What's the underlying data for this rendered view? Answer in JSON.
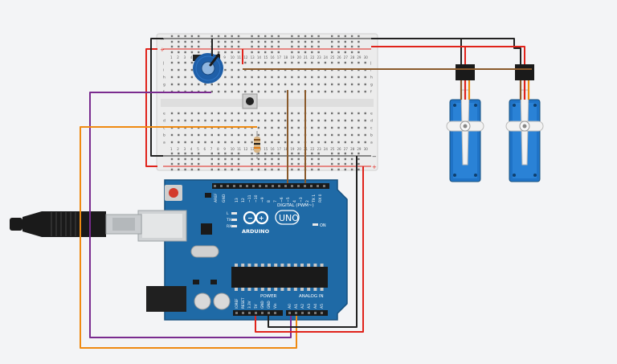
{
  "arduino": {
    "brand": "ARDUINO",
    "model": "UNO",
    "digital_header_label": "DIGITAL (PWM~)",
    "power_header_label": "POWER",
    "analog_header_label": "ANALOG IN",
    "led_labels": [
      "L",
      "TX",
      "RX"
    ],
    "on_label": "ON",
    "aref_label": "AREF",
    "gnd_label": "GND",
    "digital_pins": [
      "13",
      "12",
      "~11",
      "~10",
      "~9",
      "8",
      "7",
      "~6",
      "~5",
      "4",
      "~3",
      "2",
      "TX 1",
      "RX 0"
    ],
    "power_pins": [
      "IOREF",
      "RESET",
      "3.3V",
      "5V",
      "GND",
      "GND",
      "Vin"
    ],
    "analog_pins": [
      "A0",
      "A1",
      "A2",
      "A3",
      "A4",
      "A5"
    ]
  },
  "breadboard": {
    "column_numbers": [
      "1",
      "2",
      "3",
      "4",
      "5",
      "6",
      "7",
      "8",
      "9",
      "10",
      "11",
      "12",
      "13",
      "14",
      "15",
      "16",
      "17",
      "18",
      "19",
      "20",
      "21",
      "22",
      "23",
      "24",
      "25",
      "26",
      "27",
      "28",
      "29",
      "30"
    ],
    "row_letters_top": [
      "j",
      "i",
      "h",
      "g",
      "f"
    ],
    "row_letters_bottom": [
      "e",
      "d",
      "c",
      "b",
      "a"
    ],
    "rail_plus": "+",
    "rail_minus": "−"
  },
  "colors": {
    "board": "#1f6aa6",
    "board_edge": "#16507f",
    "breadboard": "#eeeeee",
    "wire_red": "#e0231b",
    "wire_black": "#222222",
    "wire_purple": "#7a2b8f",
    "wire_orange": "#ef8a11",
    "wire_brown": "#8a5a2b",
    "servo_blue": "#1f73c7",
    "pot_blue": "#1f5fa8"
  },
  "components": {
    "potentiometer": "potentiometer",
    "pushbutton": "pushbutton",
    "resistor": "resistor",
    "servo_count": 2
  }
}
